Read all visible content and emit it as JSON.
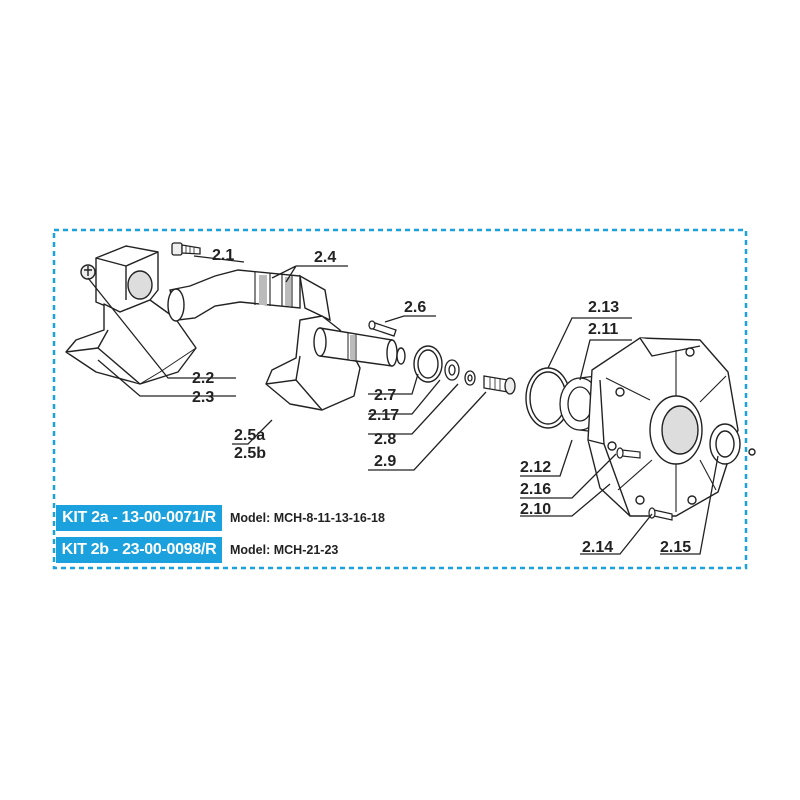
{
  "part_labels": {
    "p2_1": "2.1",
    "p2_2": "2.2",
    "p2_3": "2.3",
    "p2_4": "2.4",
    "p2_5a": "2.5a",
    "p2_5b": "2.5b",
    "p2_6": "2.6",
    "p2_7": "2.7",
    "p2_8": "2.8",
    "p2_9": "2.9",
    "p2_10": "2.10",
    "p2_11": "2.11",
    "p2_12": "2.12",
    "p2_13": "2.13",
    "p2_14": "2.14",
    "p2_15": "2.15",
    "p2_16": "2.16",
    "p2_17": "2.17"
  },
  "kits": [
    {
      "label": "KIT 2a - 13-00-0071/R",
      "model": "Model: MCH-8-11-13-16-18"
    },
    {
      "label": "KIT 2b - 23-00-0098/R",
      "model": "Model: MCH-21-23"
    }
  ],
  "colors": {
    "frame_dash": "#1ba1de",
    "kit_fill": "#1ba1de",
    "line": "#222222"
  }
}
